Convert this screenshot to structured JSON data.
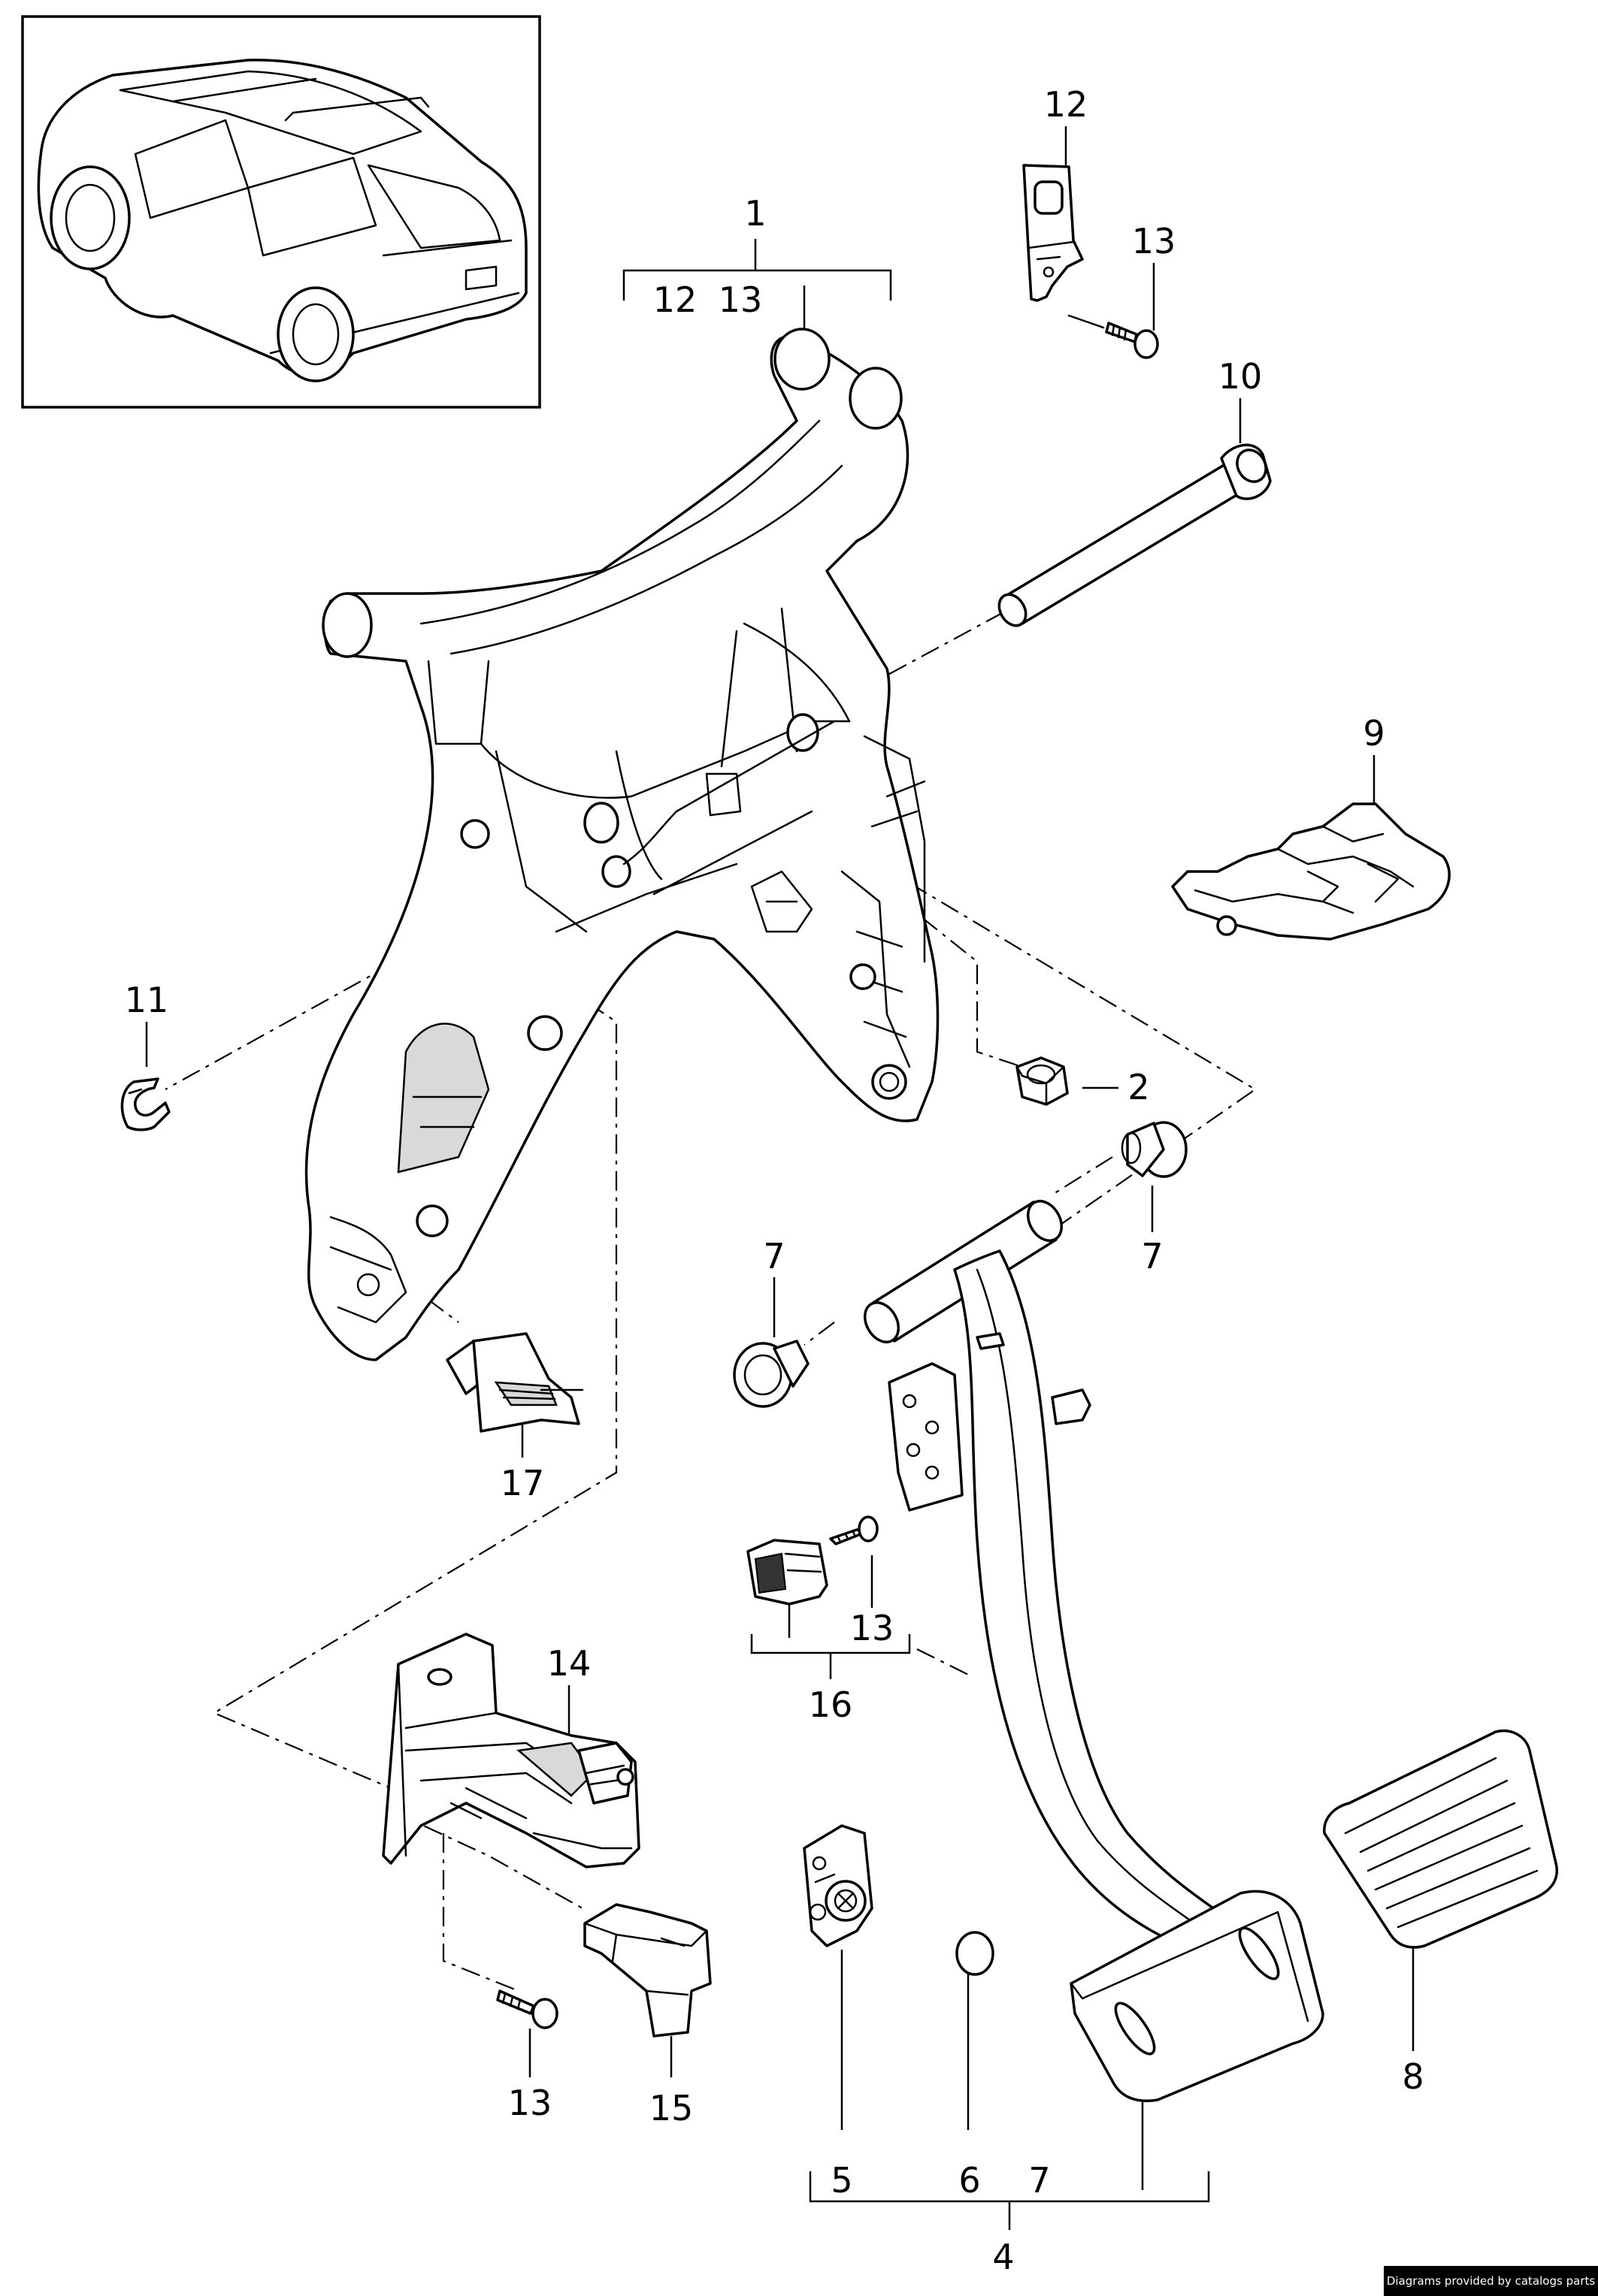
{
  "callouts": [
    {
      "id": "c1",
      "text": "1"
    },
    {
      "id": "c1-12",
      "text": "12"
    },
    {
      "id": "c1-13",
      "text": "13"
    },
    {
      "id": "c12",
      "text": "12"
    },
    {
      "id": "c13-top",
      "text": "13"
    },
    {
      "id": "c10",
      "text": "10"
    },
    {
      "id": "c9",
      "text": "9"
    },
    {
      "id": "c11",
      "text": "11"
    },
    {
      "id": "c2",
      "text": "2"
    },
    {
      "id": "c7-left",
      "text": "7"
    },
    {
      "id": "c7-right",
      "text": "7"
    },
    {
      "id": "c17",
      "text": "17"
    },
    {
      "id": "c13-mid",
      "text": "13"
    },
    {
      "id": "c16",
      "text": "16"
    },
    {
      "id": "c14",
      "text": "14"
    },
    {
      "id": "c8",
      "text": "8"
    },
    {
      "id": "c13-bottom",
      "text": "13"
    },
    {
      "id": "c15",
      "text": "15"
    },
    {
      "id": "c4-5",
      "text": "5"
    },
    {
      "id": "c4-6",
      "text": "6"
    },
    {
      "id": "c4-7",
      "text": "7"
    },
    {
      "id": "c4",
      "text": "4"
    }
  ],
  "credit": "Diagrams provided by catalogs parts"
}
